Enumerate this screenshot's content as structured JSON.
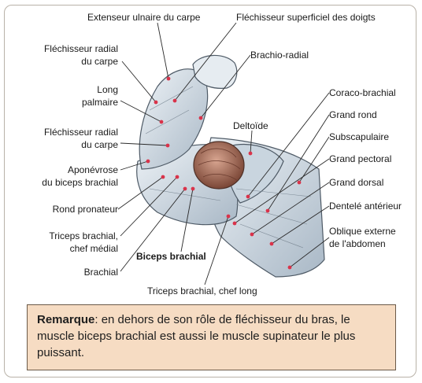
{
  "labels": {
    "extenseur_ulnaire": "Extenseur ulnaire du carpe",
    "flechisseur_superficiel": "Fléchisseur superficiel des doigts",
    "flechisseur_radial_1a": "Fléchisseur radial",
    "flechisseur_radial_1b": "du carpe",
    "brachio_radial": "Brachio-radial",
    "long_palmaire_a": "Long",
    "long_palmaire_b": "palmaire",
    "coraco_brachial": "Coraco-brachial",
    "grand_rond": "Grand rond",
    "deltoide": "Deltoïde",
    "subscapulaire": "Subscapulaire",
    "flechisseur_radial_2a": "Fléchisseur radial",
    "flechisseur_radial_2b": "du carpe",
    "grand_pectoral": "Grand pectoral",
    "aponevrose_a": "Aponévrose",
    "aponevrose_b": "du biceps brachial",
    "grand_dorsal": "Grand dorsal",
    "rond_pronateur": "Rond pronateur",
    "dentele_anterieur": "Dentelé antérieur",
    "triceps_medial_a": "Triceps brachial,",
    "triceps_medial_b": "chef médial",
    "oblique_externe_a": "Oblique externe",
    "oblique_externe_b": "de l'abdomen",
    "biceps_brachial": "Biceps brachial",
    "brachial": "Brachial",
    "triceps_long": "Triceps brachial, chef long"
  },
  "note": {
    "heading": "Remarque",
    "text": ": en dehors de son rôle de fléchisseur du bras, le muscle biceps brachial est aussi le muscle supinateur le plus puissant."
  },
  "colors": {
    "muscle_fill": "#d6e0e8",
    "muscle_stroke": "#4e5a66",
    "biceps_fill": "#b7826e",
    "marker": "#d9334a",
    "note_bg": "#f6dcc3"
  }
}
